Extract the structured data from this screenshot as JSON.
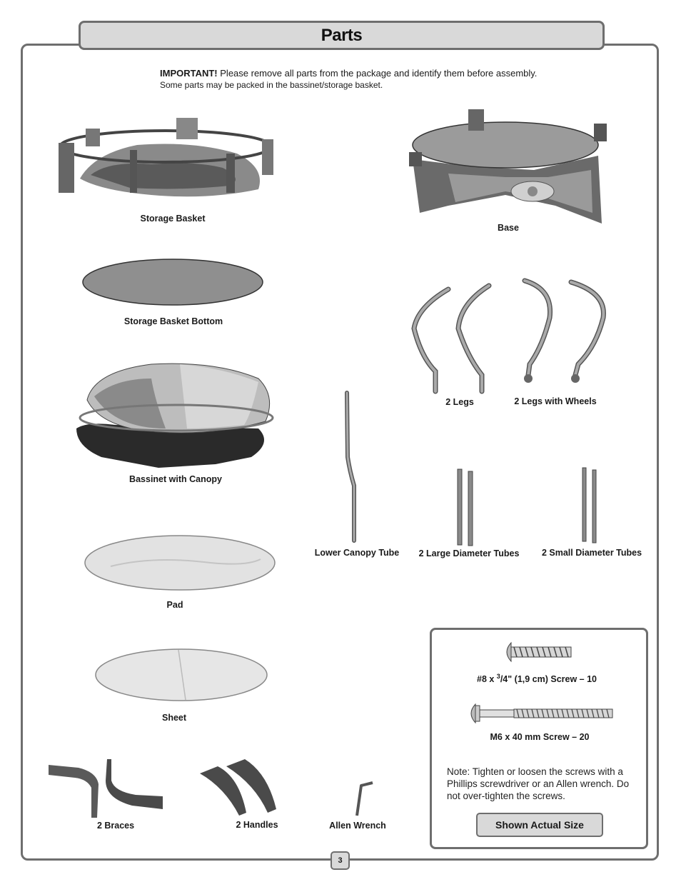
{
  "page": {
    "title": "Parts",
    "page_number": "3"
  },
  "intro": {
    "important": "IMPORTANT!",
    "line1": "Please remove all parts from the package and identify them before assembly.",
    "line2": "Some parts may be packed in the bassinet/storage basket."
  },
  "parts": {
    "storage_basket": "Storage Basket",
    "base": "Base",
    "storage_basket_bottom": "Storage Basket Bottom",
    "legs": "2 Legs",
    "legs_wheels": "2 Legs with Wheels",
    "bassinet": "Bassinet with Canopy",
    "lower_canopy_tube": "Lower Canopy Tube",
    "large_tubes": "2 Large Diameter Tubes",
    "small_tubes": "2 Small Diameter Tubes",
    "pad": "Pad",
    "sheet": "Sheet",
    "braces": "2 Braces",
    "handles": "2 Handles",
    "allen_wrench": "Allen Wrench"
  },
  "screws": {
    "screw1_prefix": "#8 x ",
    "screw1_num": "3",
    "screw1_den": "/4",
    "screw1_suffix": "\" (1,9 cm) Screw – 10",
    "screw2": "M6 x 40 mm Screw – 20",
    "note": "Note: Tighten or loosen the screws with a Phillips screwdriver or an Allen wrench. Do not over-tighten the screws.",
    "actual_size": "Shown Actual Size"
  }
}
